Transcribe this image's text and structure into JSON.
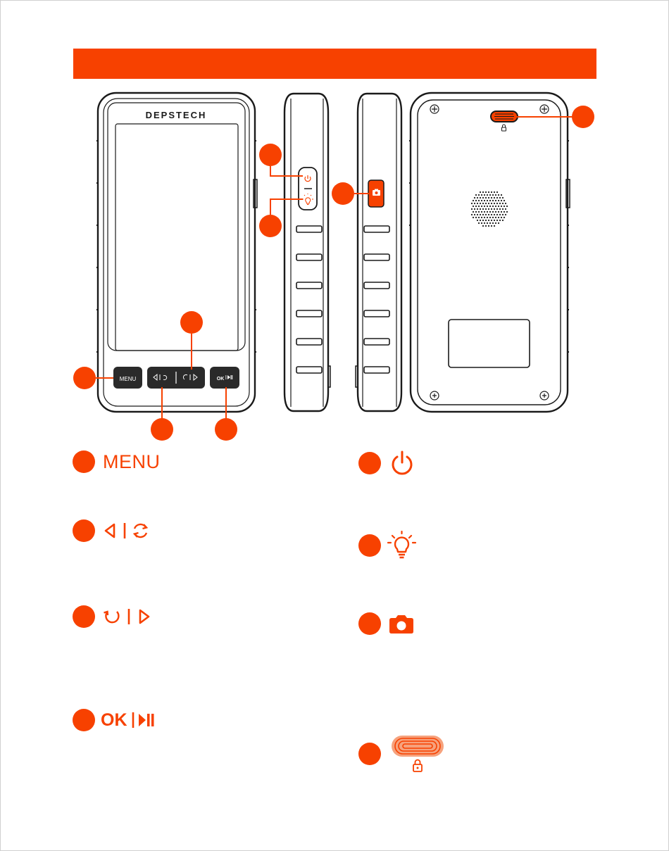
{
  "device": {
    "brand": "DEPSTECH",
    "menu_button_label": "MENU",
    "ok_button_label": "OK"
  },
  "legend": {
    "menu_label": "MENU",
    "ok_label": "OK"
  },
  "colors": {
    "accent": "#f74100",
    "outline": "#1a1a1a",
    "button_dark": "#2a2a2a"
  },
  "icons": [
    "power-icon",
    "light-bulb-icon",
    "camera-icon",
    "left-triangle-icon",
    "rotate-icon",
    "play-pause-icon",
    "lock-icon",
    "slide-switch-icon"
  ]
}
